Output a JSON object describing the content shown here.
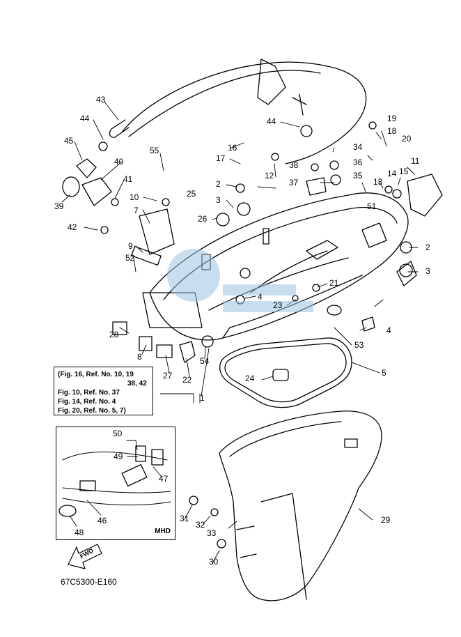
{
  "part_labels": [
    "1",
    "2",
    "3",
    "4",
    "5",
    "7",
    "8",
    "9",
    "10",
    "11",
    "12",
    "13",
    "14",
    "15",
    "16",
    "17",
    "18",
    "19",
    "20",
    "21",
    "22",
    "23",
    "24",
    "25",
    "26",
    "27",
    "28",
    "29",
    "30",
    "31",
    "32",
    "33",
    "34",
    "35",
    "36",
    "37",
    "38",
    "39",
    "40",
    "41",
    "42",
    "43",
    "44",
    "45",
    "46",
    "47",
    "48",
    "49",
    "50",
    "51",
    "52",
    "53",
    "54",
    "55"
  ],
  "labels": {
    "l1": "1",
    "l2a": "2",
    "l2b": "2",
    "l3a": "3",
    "l3b": "3",
    "l4a": "4",
    "l4b": "4",
    "l5": "5",
    "l7": "7",
    "l8": "8",
    "l9": "9",
    "l10": "10",
    "l11": "11",
    "l12": "12",
    "l13": "13",
    "l14": "14",
    "l15": "15",
    "l16": "16",
    "l17": "17",
    "l18": "18",
    "l19": "19",
    "l20": "20",
    "l21": "21",
    "l22": "22",
    "l23": "23",
    "l24": "24",
    "l25": "25",
    "l26": "26",
    "l27": "27",
    "l28": "28",
    "l29": "29",
    "l30": "30",
    "l31": "31",
    "l32": "32",
    "l33": "33",
    "l34": "34",
    "l35": "35",
    "l36": "36",
    "l37": "37",
    "l38": "38",
    "l39": "39",
    "l40": "40",
    "l41": "41",
    "l42": "42",
    "l43": "43",
    "l44a": "44",
    "l44b": "44",
    "l45": "45",
    "l46": "46",
    "l47": "47",
    "l48": "48",
    "l49": "49",
    "l50": "50",
    "l51": "51",
    "l52": "52",
    "l53": "53",
    "l54": "54",
    "l55": "55"
  },
  "reference_box": {
    "line1": "(Fig. 16, Ref. No. 10, 19",
    "line2": "38, 42",
    "line3": "Fig. 10, Ref. No. 37",
    "line4": "Fig. 14, Ref. No. 4",
    "line5": "Fig. 20, Ref. No. 5, 7)"
  },
  "inset_tag": "MHD",
  "fwd_label": "FWD",
  "drawing_code": "67C5300-E160",
  "colors": {
    "line": "#000000",
    "background": "#ffffff",
    "watermark": "#9cc4e4"
  }
}
